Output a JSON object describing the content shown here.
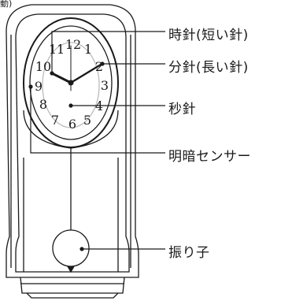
{
  "corner_text": "動)",
  "labels": {
    "hour_hand": "時針(短い針)",
    "minute_hand": "分針(長い針)",
    "second_hand": "秒針",
    "light_sensor": "明暗センサー",
    "pendulum": "振り子"
  },
  "dial_numerals": [
    "12",
    "1",
    "2",
    "3",
    "4",
    "5",
    "6",
    "7",
    "8",
    "9",
    "10",
    "11"
  ],
  "colors": {
    "line": "#1a1a1a",
    "background": "#ffffff"
  }
}
